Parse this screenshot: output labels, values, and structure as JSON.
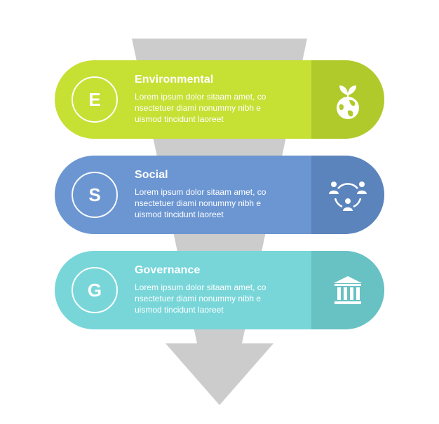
{
  "items": [
    {
      "letter": "E",
      "title": "Environmental",
      "lines": [
        "Lorem ipsum dolor sitaam amet, co",
        "nsectetuer diami nonummy  nibh e",
        "uismod tincidunt laoreet"
      ],
      "icon": "earth-sprout-icon",
      "color": "#c6e034",
      "side_color": "#b0ca2b"
    },
    {
      "letter": "S",
      "title": "Social",
      "lines": [
        "Lorem ipsum dolor sitaam amet, co",
        "nsectetuer diami nonummy  nibh e",
        "uismod tincidunt laoreet"
      ],
      "icon": "people-network-icon",
      "color": "#6b96d2",
      "side_color": "#5c84bc"
    },
    {
      "letter": "G",
      "title": "Governance",
      "lines": [
        "Lorem ipsum dolor sitaam amet, co",
        "nsectetuer diami nonummy  nibh e",
        "uismod tincidunt laoreet"
      ],
      "icon": "bank-building-icon",
      "color": "#78d6d9",
      "side_color": "#68c1c3"
    }
  ],
  "funnel_color": "#cccccc"
}
